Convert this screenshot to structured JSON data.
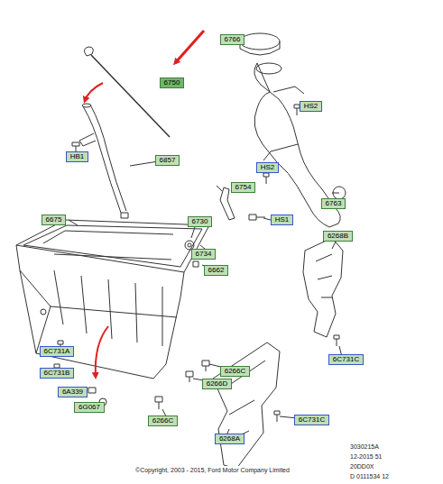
{
  "diagram": {
    "nodes": [
      {
        "text": [
          "6750"
        ]
      },
      {
        "text": [
          "6766"
        ]
      },
      {
        "text": [
          "HS2"
        ]
      },
      {
        "text": [
          "HB1"
        ]
      },
      {
        "text": [
          "6857"
        ]
      },
      {
        "text": [
          "HS2"
        ]
      },
      {
        "text": [
          "6754"
        ]
      },
      {
        "text": [
          "6763"
        ]
      },
      {
        "text": [
          "6675"
        ]
      },
      {
        "text": [
          "6730"
        ]
      },
      {
        "text": [
          "HS1"
        ]
      },
      {
        "text": [
          "6734"
        ]
      },
      {
        "text": [
          "6662"
        ]
      },
      {
        "text": [
          "6268B"
        ]
      },
      {
        "text": [
          "6C731A"
        ]
      },
      {
        "text": [
          "6C731B"
        ]
      },
      {
        "text": [
          "6A339"
        ]
      },
      {
        "text": [
          "6G067"
        ]
      },
      {
        "text": [
          "6266C"
        ]
      },
      {
        "text": [
          "6266D"
        ]
      },
      {
        "text": [
          "6266C"
        ]
      },
      {
        "text": [
          "6C731C"
        ]
      },
      {
        "text": [
          "6C731C"
        ]
      },
      {
        "text": [
          "6268A"
        ]
      }
    ],
    "labels": [
      "3030215A",
      "12-2015 51",
      "20DD0X",
      "D 0111534 12",
      "©Copyright, 2003 - 2015, Ford Motor Company Limited"
    ]
  }
}
